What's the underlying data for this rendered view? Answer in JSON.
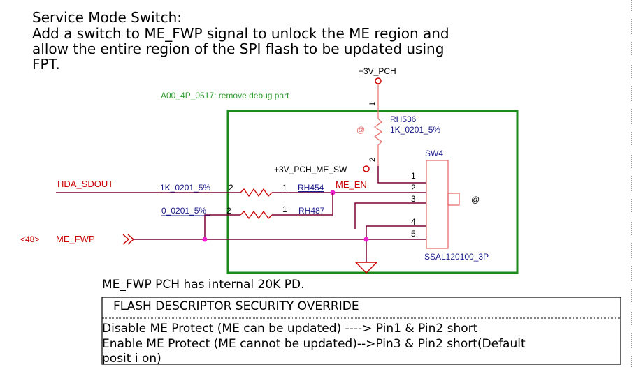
{
  "heading": {
    "line1": "Service Mode Switch:",
    "line2": "Add a switch to ME_FWP signal to unlock the ME region and",
    "line3": "allow the entire region of the SPI flash to be updated using",
    "line4": "FPT."
  },
  "schematic": {
    "power_top": "+3V_PCH",
    "rev_note": "A00_4P_0517: remove debug part",
    "resistor_top": {
      "ref": "RH536",
      "value": "1K_0201_5%",
      "pin1": "1",
      "pin2": "2",
      "dnp_mark": "@"
    },
    "power_sw": "+3V_PCH_ME_SW",
    "net_hda": "HDA_SDOUT",
    "net_me_en": "ME_EN",
    "resistor_hda": {
      "ref": "RH454",
      "value": "1K_0201_5%",
      "pin_left": "2",
      "pin_right": "1"
    },
    "resistor_fwp": {
      "ref": "RH487",
      "value": "0_0201_5%",
      "pin_left": "2",
      "pin_right": "1"
    },
    "offpage_ref": "<48>",
    "net_me_fwp": "ME_FWP",
    "switch": {
      "ref": "SW4",
      "part": "SSAL120100_3P",
      "pins": [
        "1",
        "2",
        "3",
        "4",
        "5"
      ],
      "mark": "@"
    },
    "colors": {
      "wire": "#7a0033",
      "net_label": "#cc0000",
      "component": "#e87070",
      "ref_text": "#1a1a8c",
      "box": "#1a8a1a",
      "rev_note": "#2e9a2e",
      "junction": "#ee22cc"
    }
  },
  "notes": {
    "pd_note": "ME_FWP PCH has internal 20K PD."
  },
  "table": {
    "header": "FLASH DESCRIPTOR SECURITY OVERRIDE",
    "row1": "Disable ME Protect (ME can be updated)  ----> Pin1 & Pin2 short",
    "row2": "Enable ME Protect (ME cannot be updated)-->Pin3 & Pin2 short(Default",
    "row3": "posit i on)"
  }
}
